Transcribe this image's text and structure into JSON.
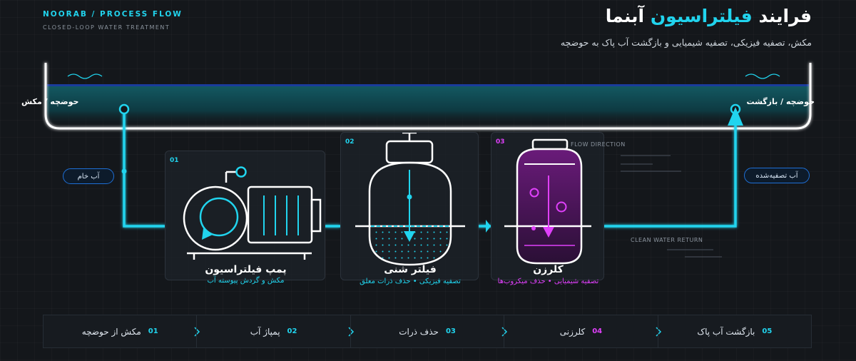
{
  "header": {
    "brand": "NOORAB / PROCESS FLOW",
    "subtitle": "CLOSED-LOOP WATER TREATMENT",
    "title_prefix": "فرایند",
    "title_highlight": "فیلتراسیون",
    "title_suffix": "آبنما",
    "description": "مکش، تصفیه فیزیکی، تصفیه شیمیایی و بازگشت آب پاک به حوضچه"
  },
  "labels": {
    "pool_left": "حوضچه / مکش",
    "pool_right": "حوضچه / بازگشت",
    "raw_water": "آب خام",
    "clean_water": "آب تصفیه‌شده",
    "flow_direction": "FLOW DIRECTION",
    "clean_water_return": "CLEAN WATER RETURN"
  },
  "components": [
    {
      "number": "01",
      "name": "پمپ فیلتراسیون",
      "description": "مکش و گردش پیوسته آب",
      "color": "#21d4ee",
      "icon": "pump-icon"
    },
    {
      "number": "02",
      "name": "فیلتر شنی",
      "description": "تصفیه فیزیکی • حذف ذرات معلق",
      "color": "#21d4ee",
      "icon": "sand-filter-icon"
    },
    {
      "number": "03",
      "name": "کلرزن",
      "description": "تصفیه شیمیایی • حذف میکروب‌ها",
      "color": "#e040fb",
      "icon": "chlorinator-icon"
    }
  ],
  "steps": [
    {
      "number": "01",
      "label": "مکش از حوضچه",
      "color": "#21d4ee"
    },
    {
      "number": "02",
      "label": "پمپاژ آب",
      "color": "#21d4ee"
    },
    {
      "number": "03",
      "label": "حذف ذرات",
      "color": "#21d4ee"
    },
    {
      "number": "04",
      "label": "کلرزنی",
      "color": "#e040fb"
    },
    {
      "number": "05",
      "label": "بازگشت آب پاک",
      "color": "#21d4ee"
    }
  ],
  "colors": {
    "accent": "#21d4ee",
    "chemical": "#e040fb",
    "water": "#0f4a52",
    "pill_border": "#1e6fd6"
  }
}
